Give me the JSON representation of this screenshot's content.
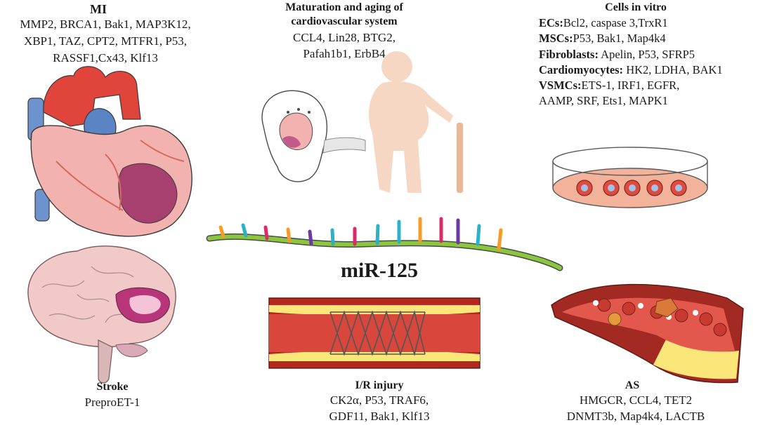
{
  "mi": {
    "title": "MI",
    "lines": [
      "MMP2, BRCA1, Bak1,  MAP3K12,",
      "XBP1, TAZ, CPT2, MTFR1, P53,",
      "RASSF1,Cx43, Klf13"
    ]
  },
  "maturation": {
    "title_lines": [
      "Maturation and aging of",
      "cardiovascular system"
    ],
    "lines": [
      "CCL4, Lin28, BTG2,",
      "Pafah1b1, ErbB4"
    ]
  },
  "cells": {
    "title": "Cells in vitro",
    "rows": [
      {
        "label": "ECs:",
        "text": "Bcl2, caspase 3,TrxR1"
      },
      {
        "label": "MSCs:",
        "text": "P53, Bak1, Map4k4"
      },
      {
        "label": "Fibroblasts:",
        "text": " Apelin, P53, SFRP5"
      },
      {
        "label": "Cardiomyocytes:",
        "text": " HK2, LDHA, BAK1"
      },
      {
        "label": "VSMCs:",
        "text": "ETS-1, IRF1, EGFR,"
      },
      {
        "label": "",
        "text": "AAMP, SRF, Ets1, MAPK1"
      }
    ]
  },
  "center": {
    "title": "miR-125"
  },
  "stroke": {
    "title": "Stroke",
    "lines": [
      "PreproET-1"
    ]
  },
  "ir": {
    "title": "I/R injury",
    "lines": [
      "CK2α, P53, TRAF6,",
      "GDF11, Bak1, Klf13"
    ]
  },
  "as": {
    "title": "AS",
    "lines": [
      "HMGCR, CCL4, TET2",
      "DNMT3b, Map4k4, LACTB"
    ]
  },
  "colors": {
    "heart_red": "#e0443a",
    "heart_pink": "#f2b3b0",
    "vessel_blue": "#5b84c4",
    "rna_backbone": "#8cc63f",
    "brain_pink": "#f1c9c9",
    "lesion_magenta": "#b8357a"
  }
}
